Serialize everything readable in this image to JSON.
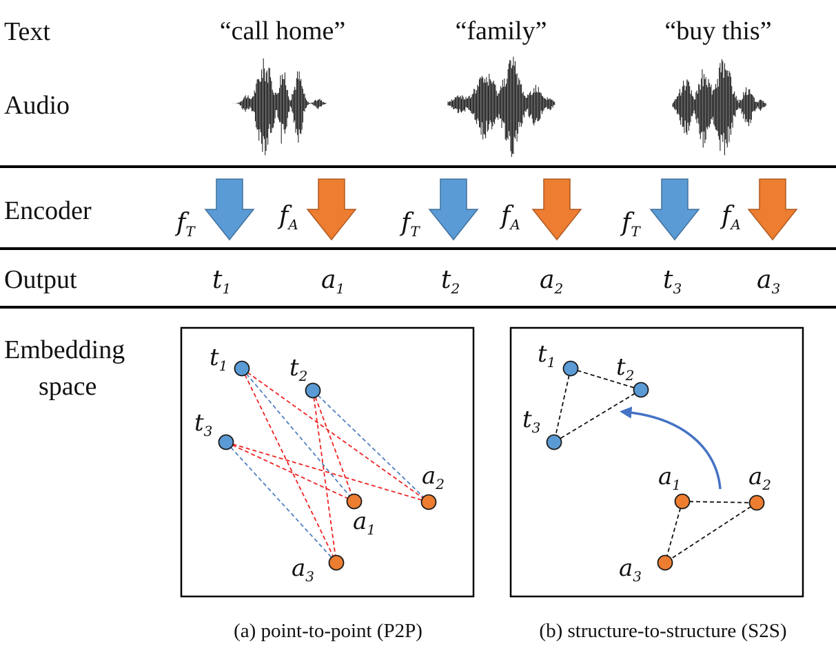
{
  "rows": {
    "text": "Text",
    "audio": "Audio",
    "encoder": "Encoder",
    "output": "Output",
    "embedding_line1": "Embedding",
    "embedding_line2": "space"
  },
  "phrases": [
    "“call home”",
    "“family”",
    "“buy this”"
  ],
  "encoders": {
    "text_fn": "f",
    "text_sub": "T",
    "audio_fn": "f",
    "audio_sub": "A"
  },
  "outputs": [
    {
      "t": "t",
      "t_sub": "1",
      "a": "a",
      "a_sub": "1"
    },
    {
      "t": "t",
      "t_sub": "2",
      "a": "a",
      "a_sub": "2"
    },
    {
      "t": "t",
      "t_sub": "3",
      "a": "a",
      "a_sub": "3"
    }
  ],
  "panels": {
    "p2p_caption": "(a) point-to-point (P2P)",
    "s2s_caption": "(b) structure-to-structure (S2S)"
  },
  "colors": {
    "text_blue": "#5b9bd5",
    "audio_orange": "#ed7d31",
    "pair_red": "#ee2222",
    "pair_blue": "#4f7fc0",
    "arrow_blue": "#4472c4"
  },
  "icons": {
    "encoder_arrow": "down-arrow-icon",
    "waveform": "audio-waveform-icon"
  }
}
